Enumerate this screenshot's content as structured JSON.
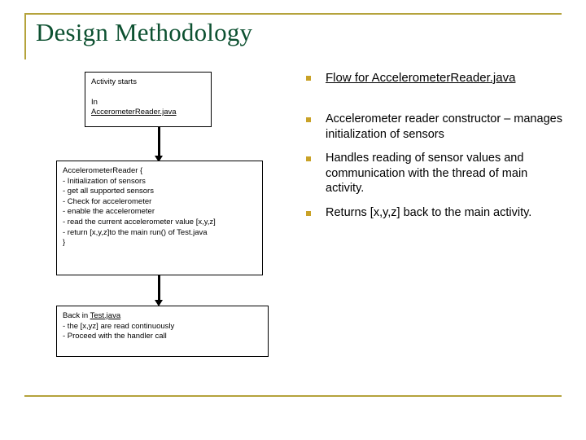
{
  "slide": {
    "title": "Design Methodology",
    "accent_color": "#b5a33c",
    "title_color": "#0d5131",
    "bullet_marker_color": "#c9a227",
    "background_color": "#ffffff"
  },
  "flowchart": {
    "boxes": [
      {
        "id": "start",
        "name": "activity-start-box",
        "lines": [
          {
            "text": "Activity starts",
            "underline": false
          },
          {
            "text": "",
            "underline": false,
            "blank": true
          },
          {
            "text": "In",
            "underline": false
          },
          {
            "text": "AccerometerReader.java",
            "underline": true
          }
        ]
      },
      {
        "id": "reader",
        "name": "accelerometer-reader-box",
        "lines": [
          {
            "text": "AccelerometerReader {",
            "underline": false
          },
          {
            "text": "- Initialization of sensors",
            "underline": false
          },
          {
            "text": "- get all supported sensors",
            "underline": false
          },
          {
            "text": "- Check for accelerometer",
            "underline": false
          },
          {
            "text": "- enable the accelerometer",
            "underline": false
          },
          {
            "text": "- read the current accelerometer value [x,y,z]",
            "underline": false
          },
          {
            "text": "- return [x,y,z]to the main run() of Test.java",
            "underline": false
          },
          {
            "text": "}",
            "underline": false
          }
        ]
      },
      {
        "id": "back",
        "name": "back-in-test-box",
        "lines": [
          {
            "text": "Back in ",
            "underline": false,
            "suffix_underlined": "Test.java"
          },
          {
            "text": "- the [x,yz] are read continuously",
            "underline": false
          },
          {
            "text": "- Proceed with the handler call",
            "underline": false
          }
        ]
      }
    ],
    "arrows": [
      {
        "name": "arrow-start-to-reader",
        "direction": "down"
      },
      {
        "name": "arrow-reader-to-back",
        "direction": "down"
      }
    ]
  },
  "bullets": [
    {
      "marker": "square-bullet",
      "lead": true,
      "text": "Flow for AccelerometerReader.java"
    },
    {
      "marker": "square-bullet",
      "lead": false,
      "text": "Accelerometer reader constructor – manages initialization of sensors"
    },
    {
      "marker": "square-bullet",
      "lead": false,
      "text": "Handles reading of sensor values and communication with the thread of main activity."
    },
    {
      "marker": "square-bullet",
      "lead": false,
      "text": "Returns [x,y,z] back to the main activity."
    }
  ]
}
